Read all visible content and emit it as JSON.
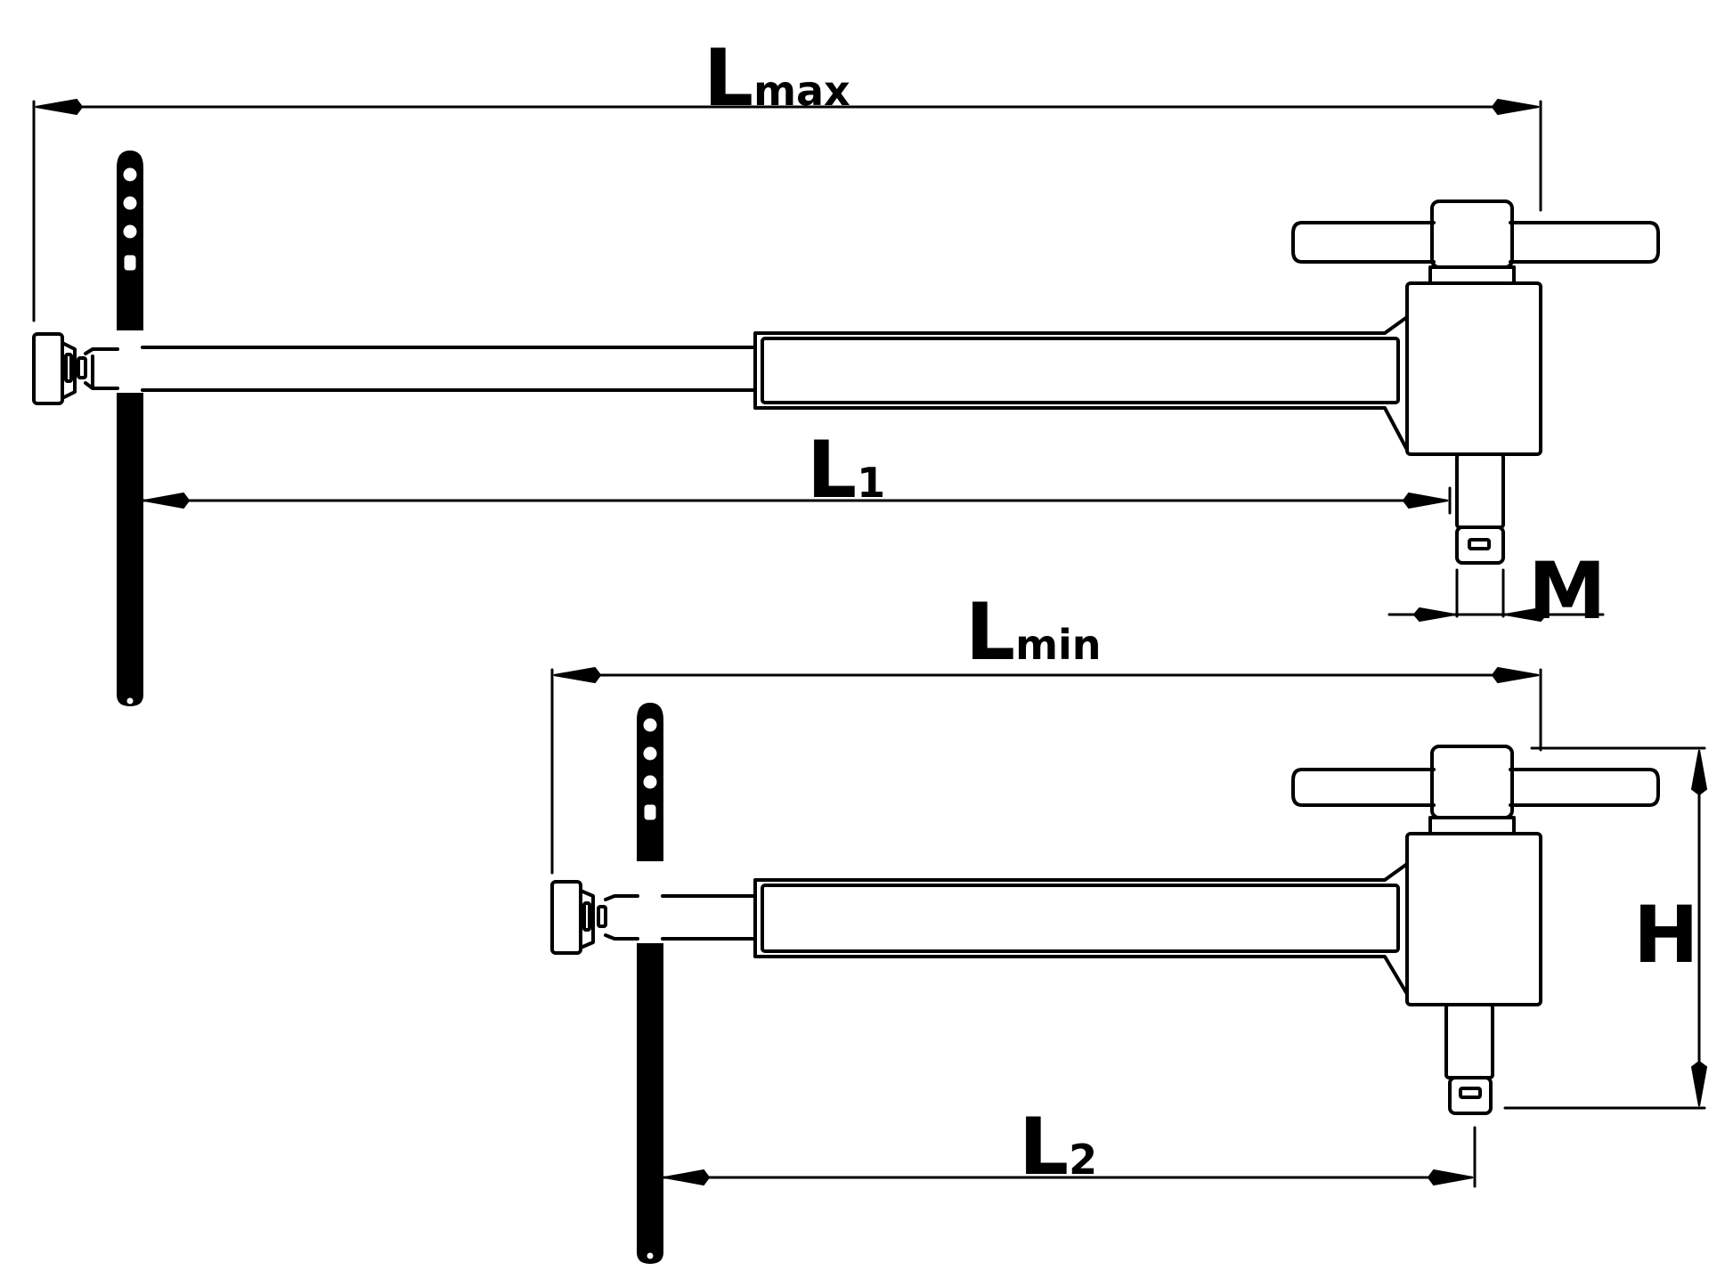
{
  "labels": {
    "l_max": {
      "main": "L",
      "sub": "max"
    },
    "l_1": {
      "main": "L",
      "sub": "1"
    },
    "l_min": {
      "main": "L",
      "sub": "min"
    },
    "l_2": {
      "main": "L",
      "sub": "2"
    },
    "m": "M",
    "h": "H"
  },
  "colors": {
    "ink": "#000000",
    "paper": "#ffffff"
  }
}
